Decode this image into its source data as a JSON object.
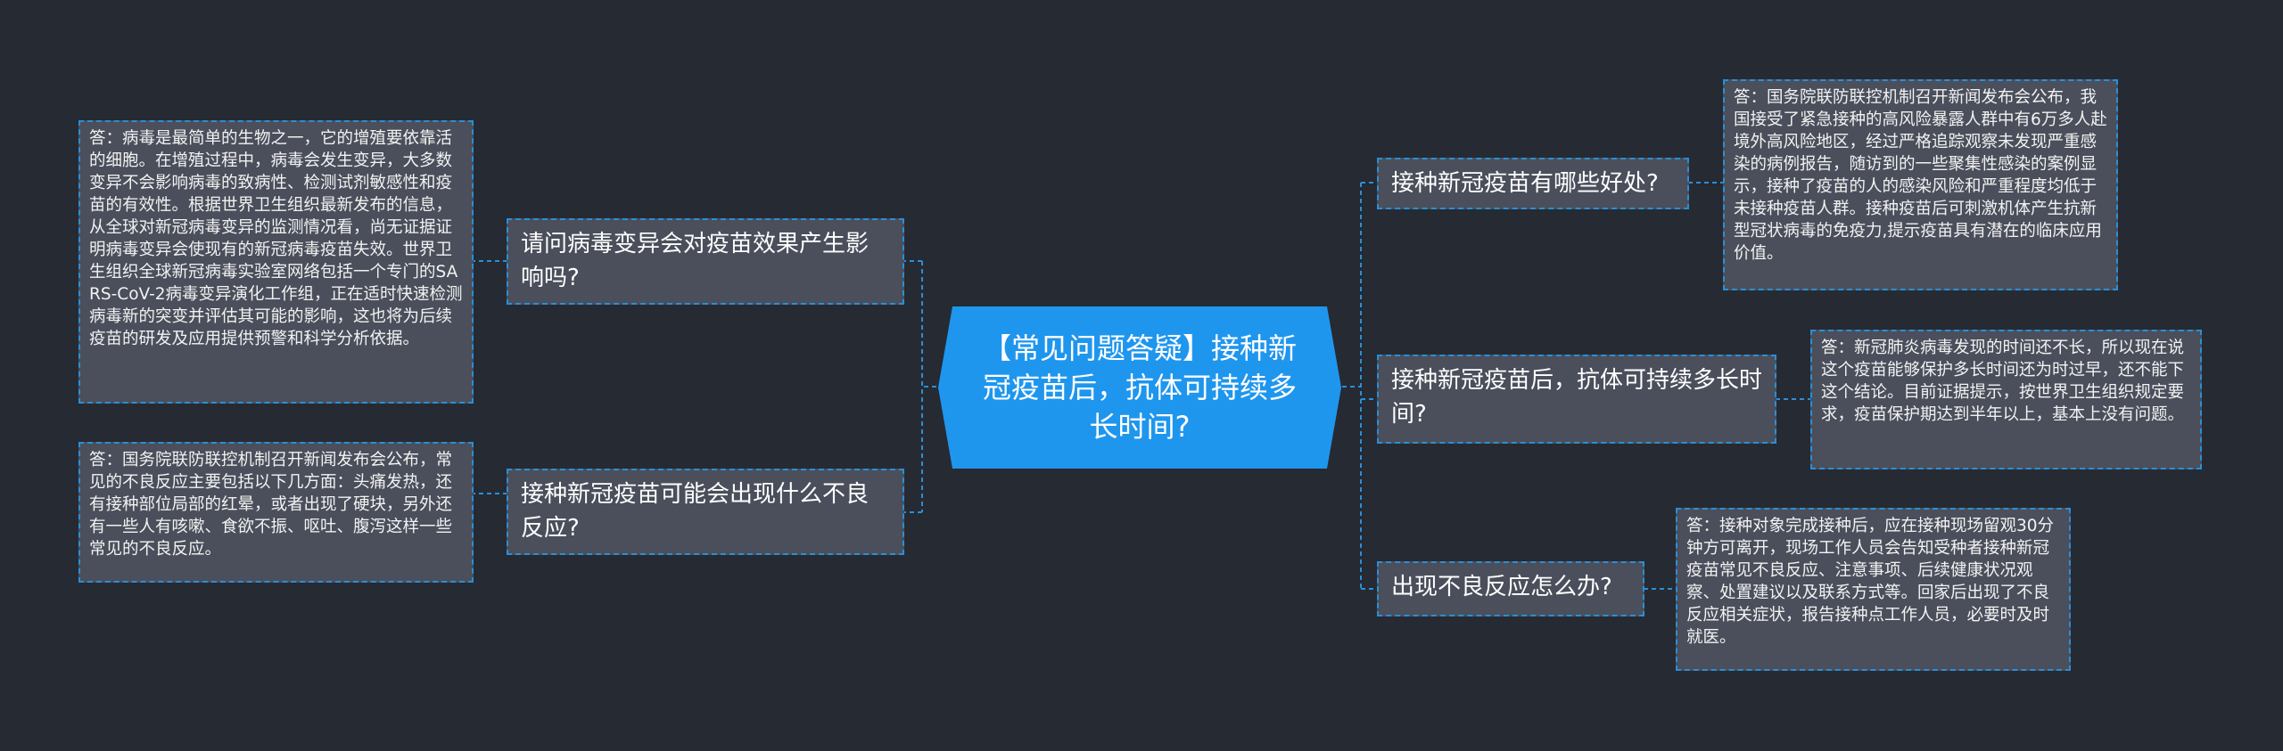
{
  "center": {
    "title": "【常见问题答疑】接种新冠疫苗后，抗体可持续多长时间?"
  },
  "left_branches": [
    {
      "question": "请问病毒变异会对疫苗效果产生影响吗?",
      "answer": "答：病毒是最简单的生物之一，它的增殖要依靠活的细胞。在增殖过程中，病毒会发生变异，大多数变异不会影响病毒的致病性、检测试剂敏感性和疫苗的有效性。根据世界卫生组织最新发布的信息，从全球对新冠病毒变异的监测情况看，尚无证据证明病毒变异会使现有的新冠病毒疫苗失效。世界卫生组织全球新冠病毒实验室网络包括一个专门的SARS-CoV-2病毒变异演化工作组，正在适时快速检测病毒新的突变并评估其可能的影响，这也将为后续疫苗的研发及应用提供预警和科学分析依据。"
    },
    {
      "question": "接种新冠疫苗可能会出现什么不良反应?",
      "answer": "答：国务院联防联控机制召开新闻发布会公布，常见的不良反应主要包括以下几方面：头痛发热，还有接种部位局部的红晕，或者出现了硬块，另外还有一些人有咳嗽、食欲不振、呕吐、腹泻这样一些常见的不良反应。"
    }
  ],
  "right_branches": [
    {
      "question": "接种新冠疫苗有哪些好处?",
      "answer": "答：国务院联防联控机制召开新闻发布会公布，我国接受了紧急接种的高风险暴露人群中有6万多人赴境外高风险地区，经过严格追踪观察未发现严重感染的病例报告，随访到的一些聚集性感染的案例显示，接种了疫苗的人的感染风险和严重程度均低于未接种疫苗人群。接种疫苗后可刺激机体产生抗新型冠状病毒的免疫力,提示疫苗具有潜在的临床应用价值。"
    },
    {
      "question": "接种新冠疫苗后，抗体可持续多长时间?",
      "answer": "答：新冠肺炎病毒发现的时间还不长，所以现在说这个疫苗能够保护多长时间还为时过早，还不能下这个结论。目前证据提示，按世界卫生组织规定要求，疫苗保护期达到半年以上，基本上没有问题。"
    },
    {
      "question": "出现不良反应怎么办?",
      "answer": "答：接种对象完成接种后，应在接种现场留观30分钟方可离开，现场工作人员会告知受种者接种新冠疫苗常见不良反应、注意事项、后续健康状况观察、处置建议以及联系方式等。回家后出现了不良反应相关症状，报告接种点工作人员，必要时及时就医。"
    }
  ],
  "colors": {
    "background": "#262a33",
    "center_fill": "#1f96ee",
    "node_fill": "#4a4f5b",
    "connector": "#2a8fd6"
  }
}
